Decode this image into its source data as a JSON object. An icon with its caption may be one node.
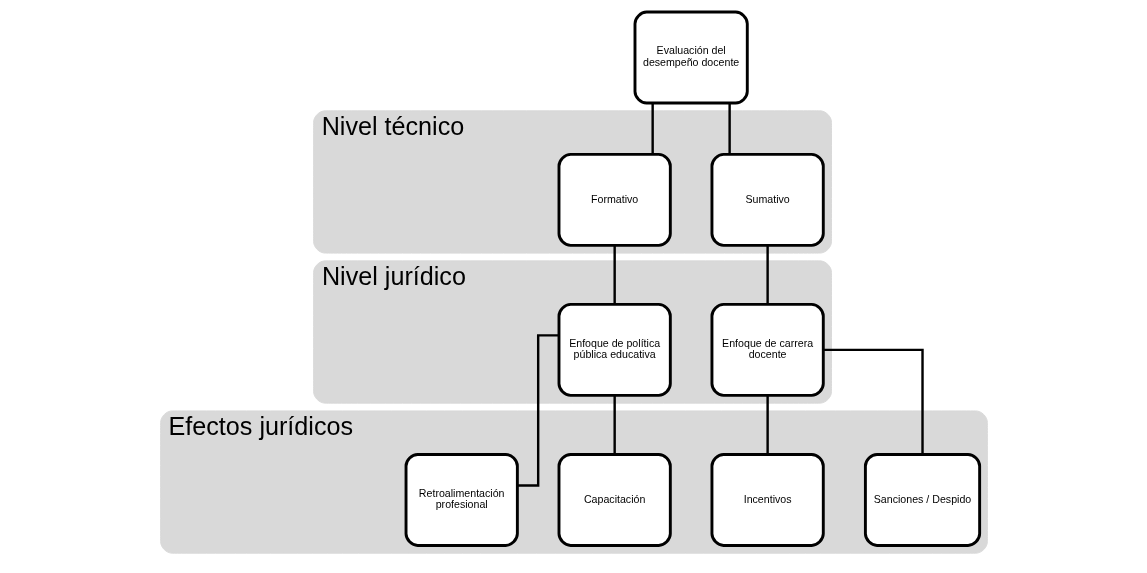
{
  "diagram": {
    "nodes": [
      {
        "text": [
          "Evaluación del desempeño docente"
        ]
      },
      {
        "text": [
          "Nivel técnico"
        ]
      },
      {
        "text": [
          "Formativo"
        ],
        "in": 1
      },
      {
        "text": [
          "Sumativo"
        ],
        "in": 1
      },
      {
        "text": [
          "Nivel jurídico"
        ]
      },
      {
        "text": [
          "Enfoque de política pública educativa"
        ],
        "in": 4
      },
      {
        "text": [
          "Enfoque de carrera docente"
        ],
        "in": 4
      },
      {
        "text": [
          "Efectos jurídicos"
        ]
      },
      {
        "text": [
          "Retroalimentación profesional"
        ],
        "in": 7
      },
      {
        "text": [
          "Capacitación"
        ],
        "in": 7
      },
      {
        "text": [
          "Incentivos"
        ],
        "in": 7
      },
      {
        "text": [
          "Sanciones / Despido"
        ],
        "in": 7
      }
    ],
    "edges": [
      {
        "from": 0,
        "to": 2,
        "arrow": "none"
      },
      {
        "from": 0,
        "to": 3,
        "arrow": "none"
      },
      {
        "from": 2,
        "to": 5,
        "arrow": "none"
      },
      {
        "from": 3,
        "to": 6,
        "arrow": "none"
      },
      {
        "from": 5,
        "to": 8,
        "arrow": "none"
      },
      {
        "from": 5,
        "to": 9,
        "arrow": "none"
      },
      {
        "from": 6,
        "to": 10,
        "arrow": "none"
      },
      {
        "from": 6,
        "to": 11,
        "arrow": "none"
      }
    ]
  }
}
